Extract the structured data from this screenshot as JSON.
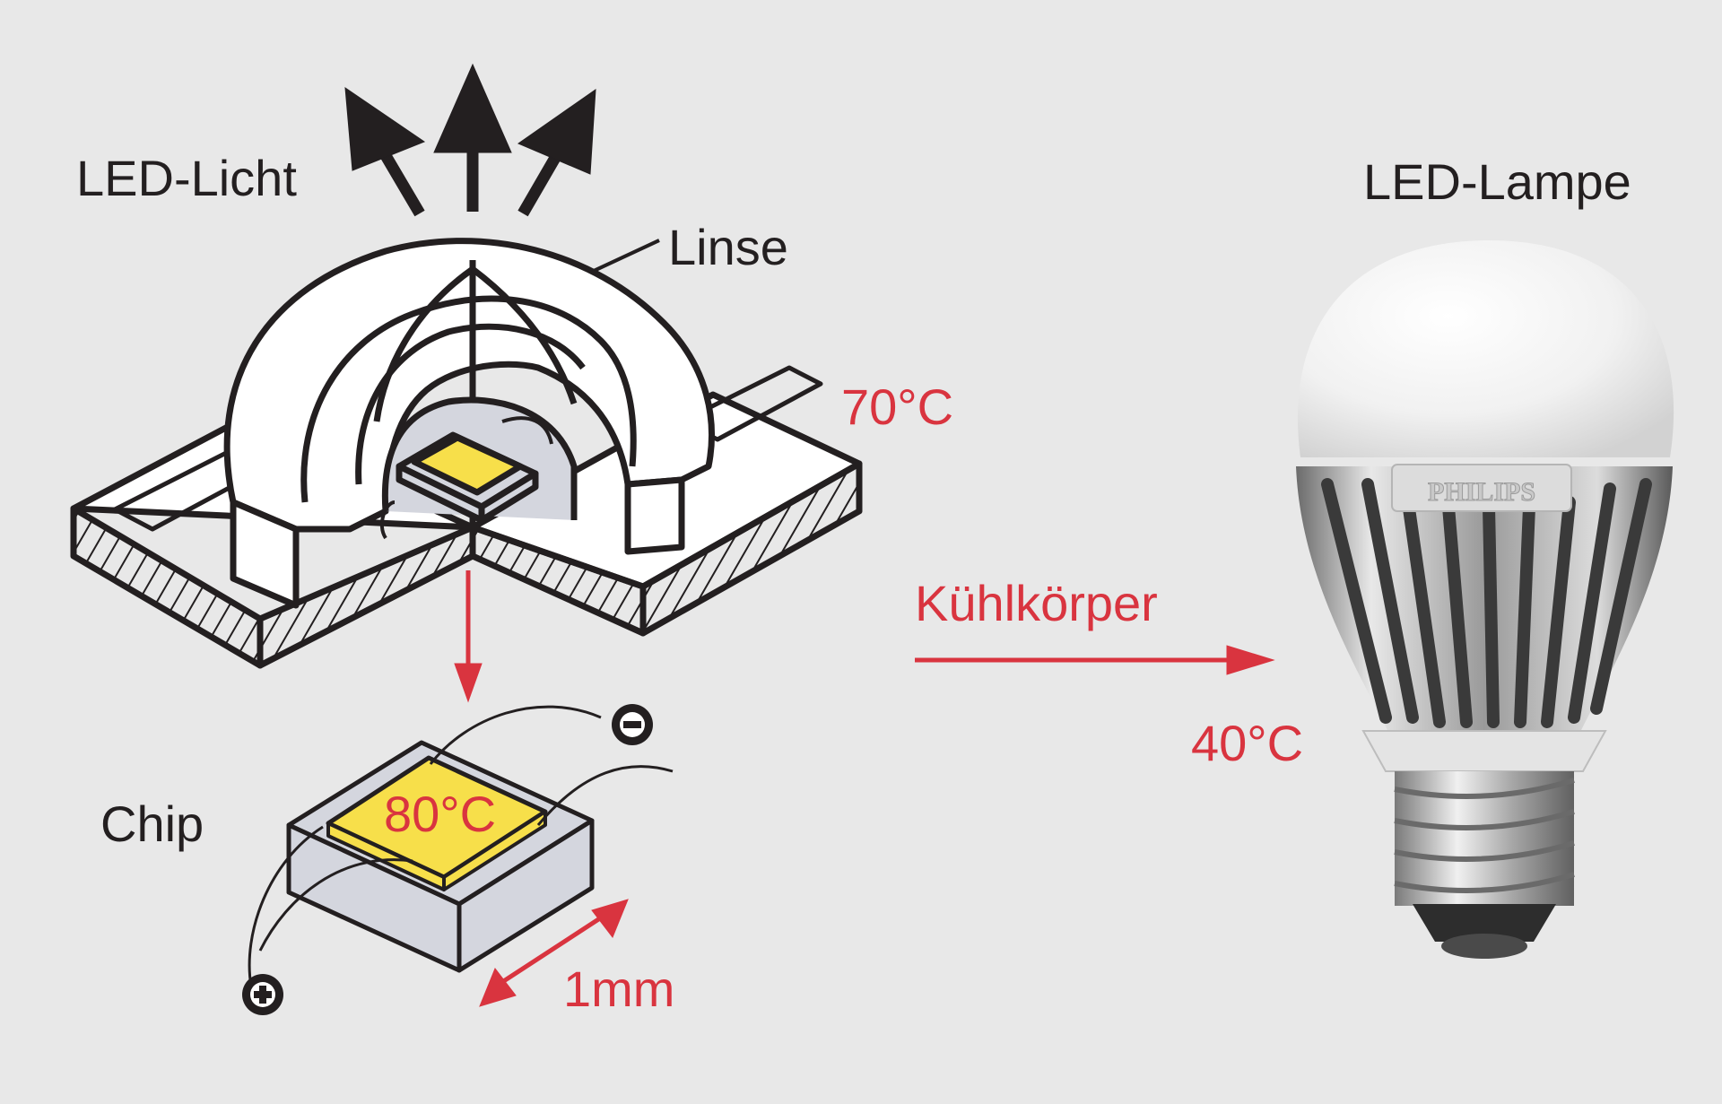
{
  "labels": {
    "led_light": "LED-Licht",
    "lens": "Linse",
    "temp_lens": "70°C",
    "chip": "Chip",
    "temp_chip": "80°C",
    "size": "1mm",
    "heatsink": "Kühlkörper",
    "temp_heatsink": "40°C",
    "lamp": "LED-Lampe",
    "brand": "PHILIPS"
  },
  "colors": {
    "background": "#e8e8e8",
    "ink": "#231f20",
    "accent_red": "#d9343f",
    "chip_yellow": "#f7df4a",
    "substrate_grey": "#d4d6de",
    "layer_blue": "#3c8fd0"
  },
  "icons": {
    "minus_terminal": "minus-circle-icon",
    "plus_terminal": "plus-circle-icon"
  }
}
